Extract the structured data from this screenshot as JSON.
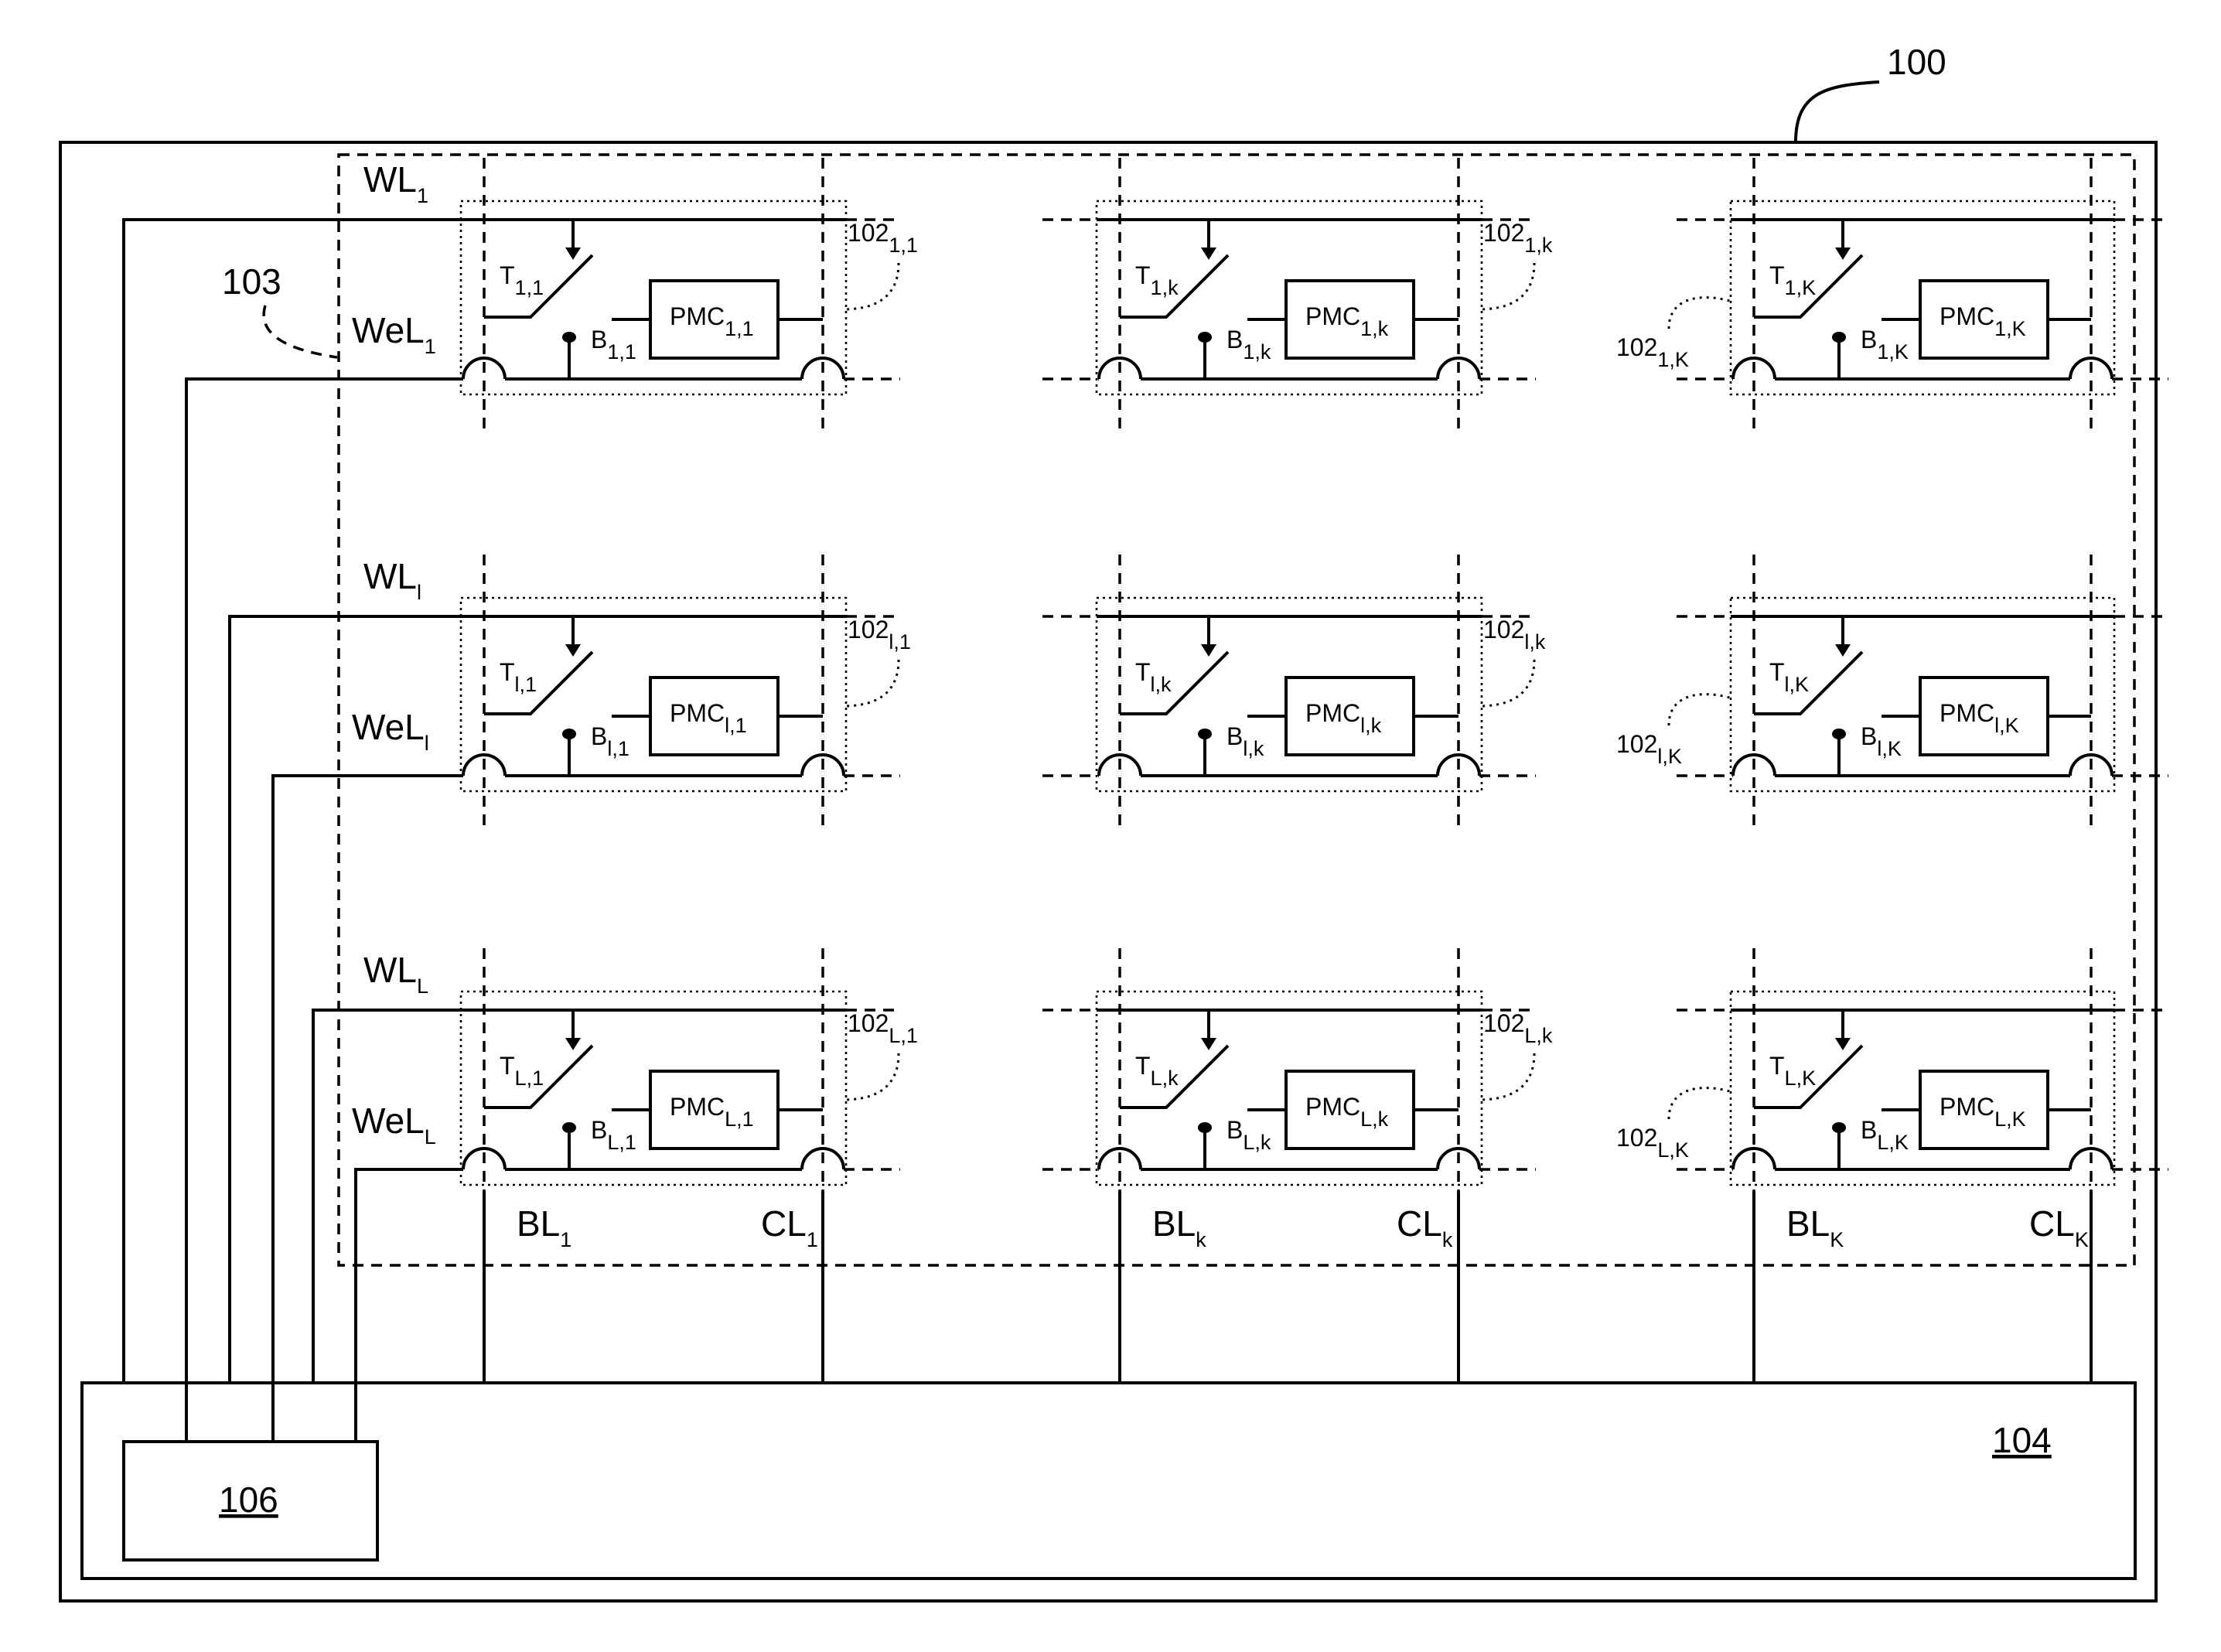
{
  "labels": {
    "device": "100",
    "array": "103",
    "control_unit": "104",
    "sub_unit": "106"
  },
  "rows": [
    {
      "key": "r1",
      "wl": "WL",
      "wl_sub": "1",
      "wel": "WeL",
      "wel_sub": "1"
    },
    {
      "key": "rl",
      "wl": "WL",
      "wl_sub": "l",
      "wel": "WeL",
      "wel_sub": "l"
    },
    {
      "key": "rL",
      "wl": "WL",
      "wl_sub": "L",
      "wel": "WeL",
      "wel_sub": "L"
    }
  ],
  "columns": [
    {
      "key": "c1",
      "bl": "BL",
      "bl_sub": "1",
      "cl": "CL",
      "cl_sub": "1"
    },
    {
      "key": "ck",
      "bl": "BL",
      "bl_sub": "k",
      "cl": "CL",
      "cl_sub": "k"
    },
    {
      "key": "cK",
      "bl": "BL",
      "bl_sub": "K",
      "cl": "CL",
      "cl_sub": "K"
    }
  ],
  "cells": [
    [
      {
        "t": "T",
        "b": "B",
        "pmc": "PMC",
        "sub": "1,1",
        "ref": "102",
        "ref_sub": "1,1"
      },
      {
        "t": "T",
        "b": "B",
        "pmc": "PMC",
        "sub": "1,k",
        "ref": "102",
        "ref_sub": "1,k"
      },
      {
        "t": "T",
        "b": "B",
        "pmc": "PMC",
        "sub": "1,K",
        "ref": "102",
        "ref_sub": "1,K"
      }
    ],
    [
      {
        "t": "T",
        "b": "B",
        "pmc": "PMC",
        "sub": "l,1",
        "ref": "102",
        "ref_sub": "l,1"
      },
      {
        "t": "T",
        "b": "B",
        "pmc": "PMC",
        "sub": "l,k",
        "ref": "102",
        "ref_sub": "l,k"
      },
      {
        "t": "T",
        "b": "B",
        "pmc": "PMC",
        "sub": "l,K",
        "ref": "102",
        "ref_sub": "l,K"
      }
    ],
    [
      {
        "t": "T",
        "b": "B",
        "pmc": "PMC",
        "sub": "L,1",
        "ref": "102",
        "ref_sub": "L,1"
      },
      {
        "t": "T",
        "b": "B",
        "pmc": "PMC",
        "sub": "L,k",
        "ref": "102",
        "ref_sub": "L,k"
      },
      {
        "t": "T",
        "b": "B",
        "pmc": "PMC",
        "sub": "L,K",
        "ref": "102",
        "ref_sub": "L,K"
      }
    ]
  ]
}
